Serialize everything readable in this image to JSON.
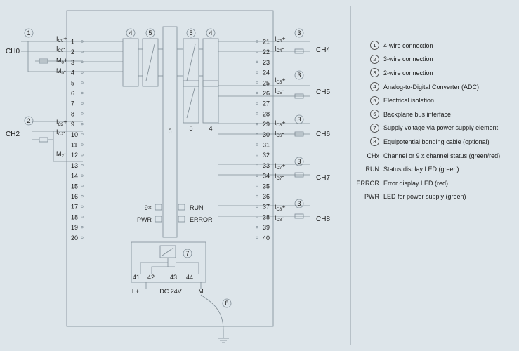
{
  "colors": {
    "background": "#dde5ea",
    "line": "#7e8b94",
    "text": "#1c1c1c"
  },
  "channels": {
    "ch0": "CH0",
    "ch2": "CH2",
    "ch4": "CH4",
    "ch5": "CH5",
    "ch6": "CH6",
    "ch7": "CH7",
    "ch8": "CH8"
  },
  "callouts": {
    "c1": "1",
    "c2": "2",
    "c3": "3",
    "c4": "4",
    "c5": "5",
    "c6": "6",
    "c7": "7",
    "c8": "8"
  },
  "terminals_left": [
    "1",
    "2",
    "3",
    "4",
    "5",
    "6",
    "7",
    "8",
    "9",
    "10",
    "11",
    "12",
    "13",
    "14",
    "15",
    "16",
    "17",
    "18",
    "19",
    "20"
  ],
  "terminals_right": [
    "21",
    "22",
    "23",
    "24",
    "25",
    "26",
    "27",
    "28",
    "29",
    "30",
    "31",
    "32",
    "33",
    "34",
    "35",
    "36",
    "37",
    "38",
    "39",
    "40"
  ],
  "signals": {
    "i_plus": "I",
    "i_minus": "I",
    "m_plus": "M",
    "m_minus": "M",
    "plus": "+",
    "minus": "-",
    "sub_c0": "C0",
    "sub_c2": "C2",
    "sub_c4": "C4",
    "sub_c5": "C5",
    "sub_c6": "C6",
    "sub_c7": "C7",
    "sub_c8": "C8",
    "sub_0": "0",
    "sub_2": "2"
  },
  "leds": {
    "nine_x": "9×",
    "run": "RUN",
    "pwr": "PWR",
    "error": "ERROR"
  },
  "power": {
    "t41": "41",
    "t42": "42",
    "t43": "43",
    "t44": "44",
    "l_plus": "L+",
    "dc24v": "DC 24V",
    "m": "M"
  },
  "legend": [
    {
      "key": "1",
      "badge": true,
      "text": "4-wire connection"
    },
    {
      "key": "2",
      "badge": true,
      "text": "3-wire connection"
    },
    {
      "key": "3",
      "badge": true,
      "text": "2-wire connection"
    },
    {
      "key": "4",
      "badge": true,
      "text": "Analog-to-Digital Converter (ADC)"
    },
    {
      "key": "5",
      "badge": true,
      "text": "Electrical isolation"
    },
    {
      "key": "6",
      "badge": true,
      "text": "Backplane bus interface"
    },
    {
      "key": "7",
      "badge": true,
      "text": "Supply voltage via power supply element"
    },
    {
      "key": "8",
      "badge": true,
      "text": "Equipotential bonding cable (optional)"
    },
    {
      "key": "CHx",
      "badge": false,
      "text": "Channel or 9 x channel status (green/red)"
    },
    {
      "key": "RUN",
      "badge": false,
      "text": "Status display LED (green)"
    },
    {
      "key": "ERROR",
      "badge": false,
      "text": "Error display LED (red)"
    },
    {
      "key": "PWR",
      "badge": false,
      "text": "LED for power supply (green)"
    }
  ]
}
